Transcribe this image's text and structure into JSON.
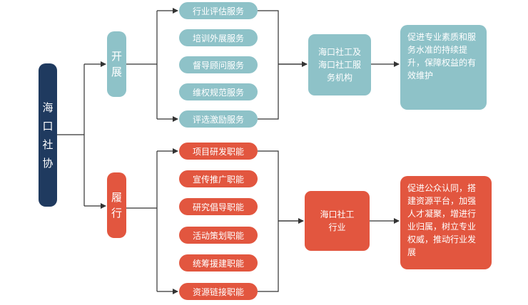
{
  "root": {
    "label": "海口社协"
  },
  "branches": [
    {
      "label": "开展",
      "items": [
        "行业评估服务",
        "培训外展服务",
        "督导顾问服务",
        "维权规范服务",
        "评选激励服务"
      ],
      "target": "海口社工及海口社工服务机构",
      "result": "促进专业素质和服务水准的持续提升，保障权益的有效维护"
    },
    {
      "label": "履行",
      "items": [
        "项目研发职能",
        "宣传推广职能",
        "研究倡导职能",
        "活动策划职能",
        "统筹援建职能",
        "资源链接职能"
      ],
      "target": "海口社工行业",
      "result": "促进公众认同，搭建资源平台，加强人才凝聚，增进行业归属，树立专业权威，推动行业发展"
    }
  ],
  "colors": {
    "navy": "#1f3a5f",
    "teal": "#8ec2c8",
    "red": "#e2563f",
    "line": "#333333"
  }
}
